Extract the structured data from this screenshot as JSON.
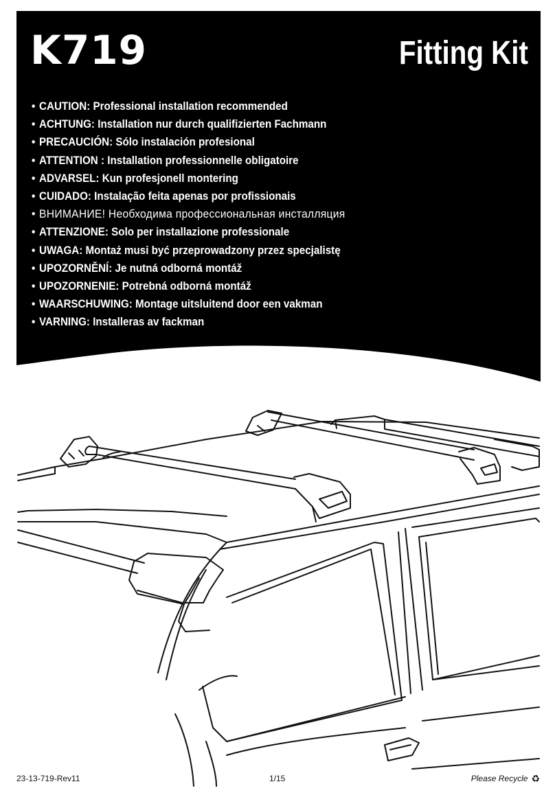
{
  "header": {
    "product_code": "K719",
    "title": "Fitting Kit"
  },
  "warnings": [
    {
      "label": "CAUTION:",
      "text": "Professional installation recommended"
    },
    {
      "label": "ACHTUNG:",
      "text": "Installation nur durch qualifizierten Fachmann"
    },
    {
      "label": "PRECAUCIÓN:",
      "text": "Sólo instalación profesional"
    },
    {
      "label": "ATTENTION :",
      "text": "Installation professionnelle obligatoire"
    },
    {
      "label": "ADVARSEL:",
      "text": "Kun profesjonell montering"
    },
    {
      "label": "CUIDADO:",
      "text": "Instalação feita apenas por profissionais"
    },
    {
      "label": "ВНИМАНИЕ!",
      "text": "Необходима профессиональная инсталляция"
    },
    {
      "label": "ATTENZIONE:",
      "text": "Solo per installazione professionale"
    },
    {
      "label": "UWAGA:",
      "text": "Montaż musi być przeprowadzony przez specjalistę"
    },
    {
      "label": "UPOZORNĚNÍ:",
      "text": "Je nutná odborná montáž"
    },
    {
      "label": "UPOZORNENIE:",
      "text": "Potrebná odborná montáž"
    },
    {
      "label": "WAARSCHUWING:",
      "text": "Montage uitsluitend door een vakman"
    },
    {
      "label": "VARNING:",
      "text": "Installeras av fackman"
    }
  ],
  "footer": {
    "document_code": "23-13-719-Rev11",
    "page": "1/15",
    "recycle_text": "Please Recycle",
    "recycle_icon": "recycle-icon"
  },
  "colors": {
    "header_background": "#000000",
    "header_text": "#ffffff",
    "line_art": "#111111"
  }
}
